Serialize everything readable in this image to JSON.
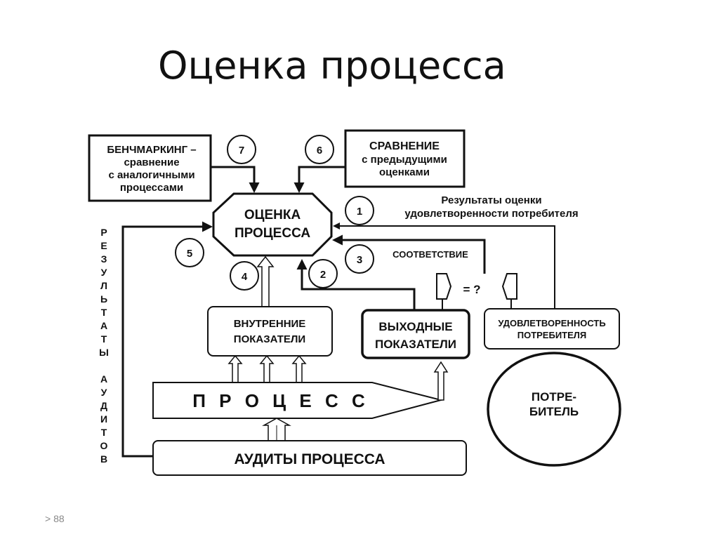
{
  "title": "Оценка процесса",
  "slide_number": "> 88",
  "boxes": {
    "benchmarking": [
      "БЕНЧМАРКИНГ –",
      "сравнение",
      "с аналогичными",
      "процессами"
    ],
    "comparison": [
      "СРАВНЕНИЕ",
      "с предыдущими",
      "оценками"
    ],
    "evaluation": [
      "ОЦЕНКА",
      "ПРОЦЕССА"
    ],
    "internal": [
      "ВНУТРЕННИЕ",
      "ПОКАЗАТЕЛИ"
    ],
    "output": [
      "ВЫХОДНЫЕ",
      "ПОКАЗАТЕЛИ"
    ],
    "satisfaction": [
      "УДОВЛЕТВОРЕННОСТЬ",
      "ПОТРЕБИТЕЛЯ"
    ],
    "process": "П Р О Ц Е С С",
    "audits": "АУДИТЫ ПРОЦЕССА",
    "consumer": [
      "ПОТРЕ-",
      "БИТЕЛЬ"
    ]
  },
  "labels": {
    "satisfaction_results": [
      "Результаты оценки",
      "удовлетворенности потребителя"
    ],
    "conformity": "СООТВЕТСТВИЕ",
    "equals_question": "= ?",
    "audit_results_vertical": [
      "Р",
      "Е",
      "З",
      "У",
      "Л",
      "Ь",
      "Т",
      "А",
      "Т",
      "Ы",
      "",
      "А",
      "У",
      "Д",
      "И",
      "Т",
      "О",
      "В"
    ]
  },
  "circles": [
    "1",
    "2",
    "3",
    "4",
    "5",
    "6",
    "7"
  ]
}
